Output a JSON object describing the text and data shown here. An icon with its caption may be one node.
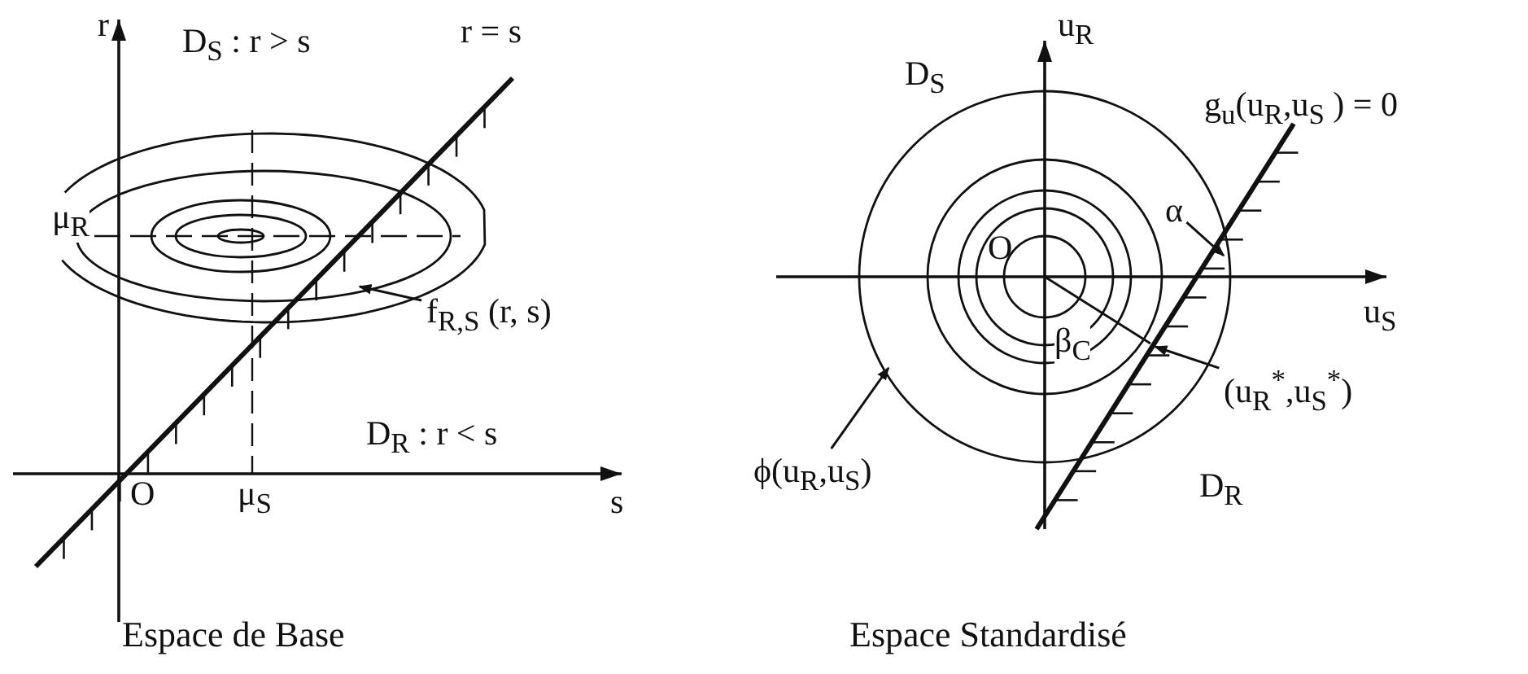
{
  "diagram": {
    "nodes": [
      {
        "text": [
          "f$_{R,S}$ (r, s)"
        ]
      },
      {
        "text": [
          "α"
        ]
      },
      {
        "text": [
          "(u$_{R}$$^{*}$,u$_{S}$$^{*}$)"
        ]
      },
      {
        "text": [
          "ϕ(u$_{R}$,u$_{S}$)"
        ]
      },
      {
        "text": [],
        "shape": "ellipse"
      }
    ],
    "edges": [
      {
        "from": 0,
        "to": 4,
        "arrow": "to"
      },
      {
        "from": 1,
        "to": null,
        "arrow": "to"
      },
      {
        "from": 2,
        "to": null,
        "arrow": "to"
      },
      {
        "from": 3,
        "to": null,
        "arrow": "to"
      }
    ],
    "labels": [
      "r",
      "r = s",
      "D$_{S}$ : r > s",
      "μ$_{R}$",
      "D$_{R}$ : r < s",
      "O",
      "μ$_{S}$",
      "s",
      "u$_{R}$",
      "D$_{S}$",
      "g$_{u}$(u$_{R}$,u$_{S}$ ) = 0",
      "O",
      "u$_{S}$",
      "β$_{C}$",
      "D$_{R}$",
      "Espace de Base",
      "Espace Standardisé"
    ]
  }
}
